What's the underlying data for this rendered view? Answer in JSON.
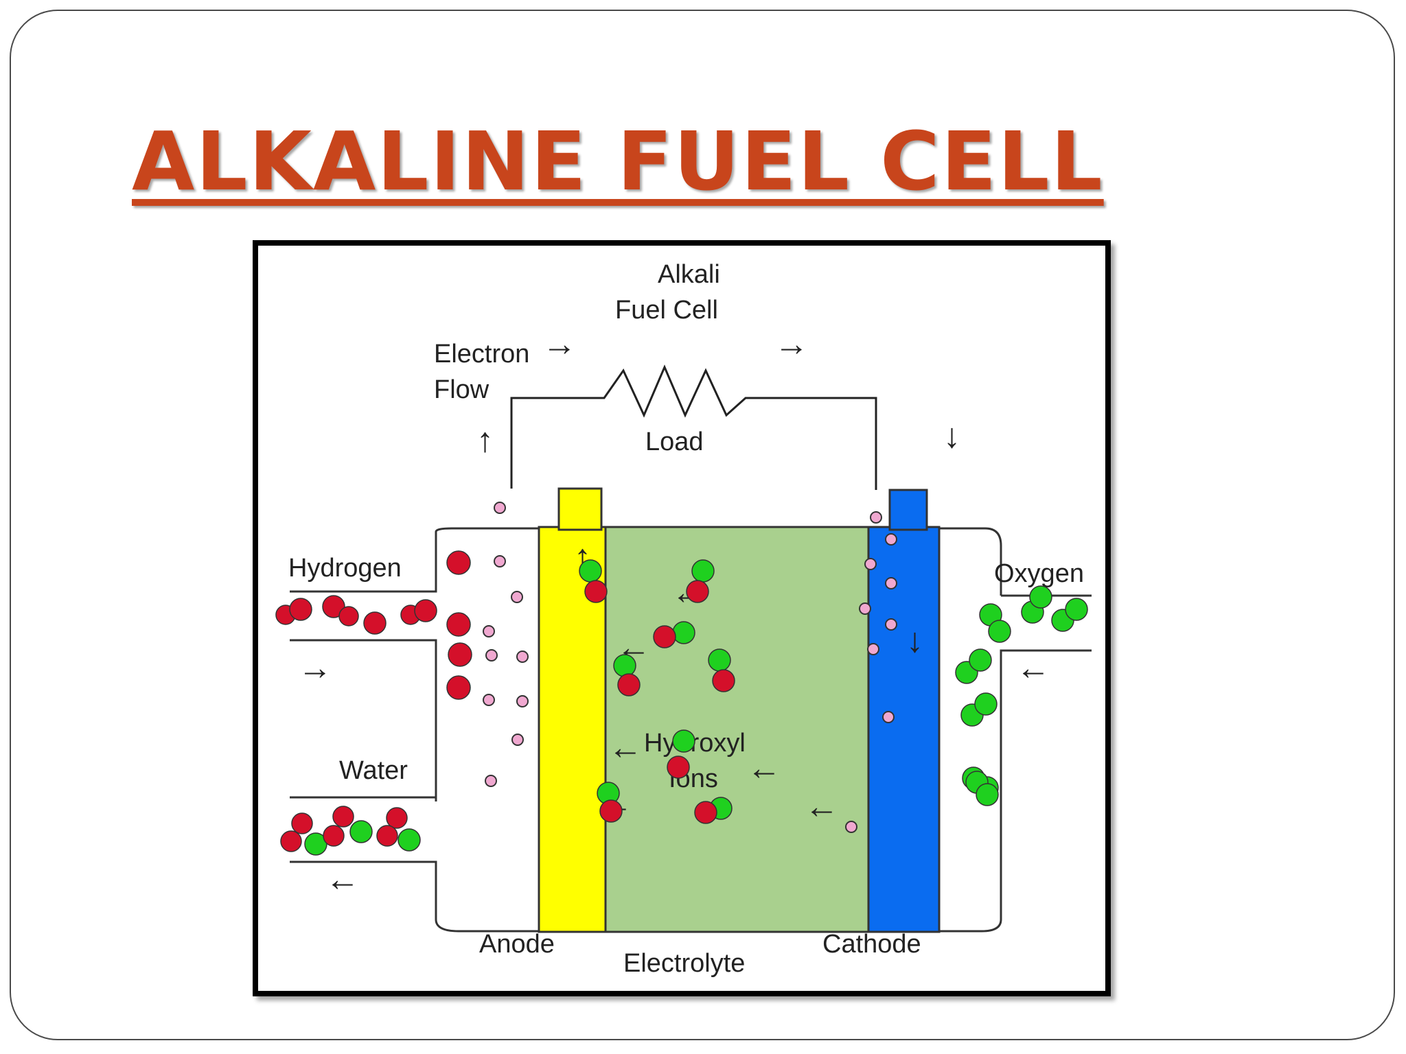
{
  "title": "ALKALINE FUEL CELL",
  "colors": {
    "title": "#c8451c",
    "anode": "#ffff00",
    "electrolyte": "#a9d08e",
    "cathode": "#0a6cf0",
    "hydrogen_atom": "#d4102a",
    "oxygen_atom": "#1fd01f",
    "electron": "#f0a8d0"
  },
  "diagram": {
    "heading_line1": "Alkali",
    "heading_line2": "Fuel Cell",
    "electron_flow_line1": "Electron",
    "electron_flow_line2": "Flow",
    "load": "Load",
    "hydrogen": "Hydrogen",
    "water": "Water",
    "oxygen": "Oxygen",
    "hydroxyl_line1": "Hydroxyl",
    "hydroxyl_line2": "Ions",
    "anode": "Anode",
    "electrolyte": "Electrolyte",
    "cathode": "Cathode",
    "arrow_right": "→",
    "arrow_left": "←",
    "arrow_up": "↑",
    "arrow_down": "↓"
  }
}
